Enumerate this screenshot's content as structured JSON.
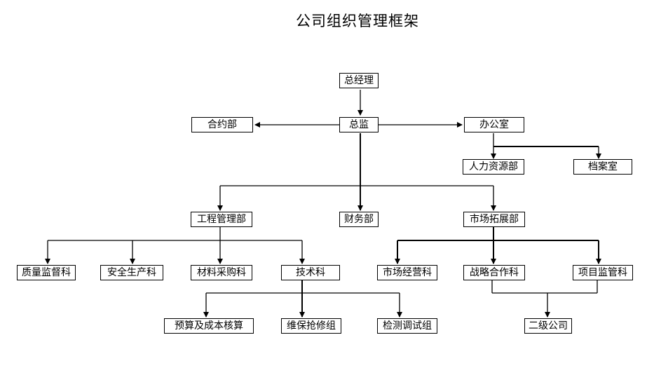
{
  "title": "公司组织管理框架",
  "nodes": {
    "gm": "总经理",
    "director": "总监",
    "contract": "合约部",
    "office": "办公室",
    "hr": "人力资源部",
    "archive": "档案室",
    "engineering": "工程管理部",
    "finance": "财务部",
    "market_dev": "市场拓展部",
    "quality": "质量监督科",
    "safety": "安全生产科",
    "materials": "材料采购科",
    "tech": "技术科",
    "market_ops": "市场经营科",
    "strategy": "战略合作科",
    "project_supervision": "项目监管科",
    "budget": "预算及成本核算",
    "maintenance": "维保抢修组",
    "testing": "检测调试组",
    "subsidiary": "二级公司"
  }
}
